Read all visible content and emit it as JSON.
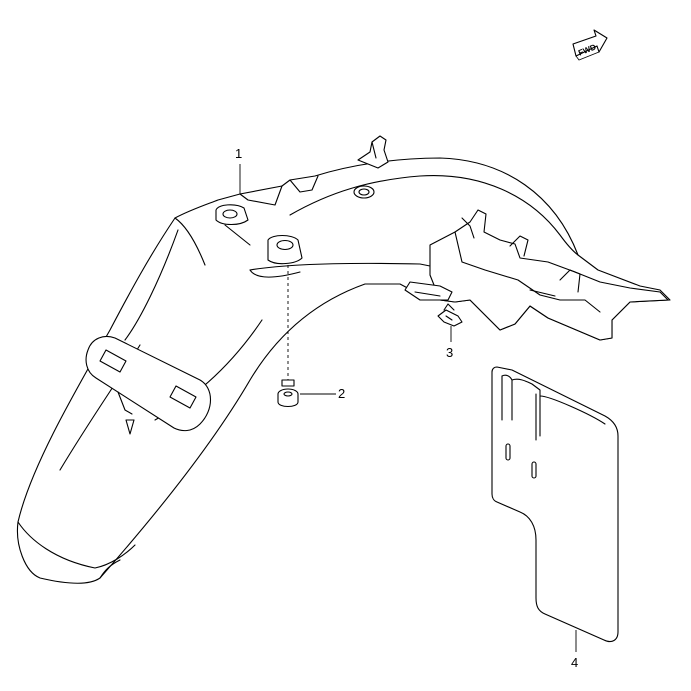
{
  "diagram": {
    "direction_label": "FWD",
    "callouts": [
      {
        "id": "1",
        "label": "1"
      },
      {
        "id": "2",
        "label": "2"
      },
      {
        "id": "3",
        "label": "3"
      },
      {
        "id": "4",
        "label": "4"
      }
    ]
  }
}
